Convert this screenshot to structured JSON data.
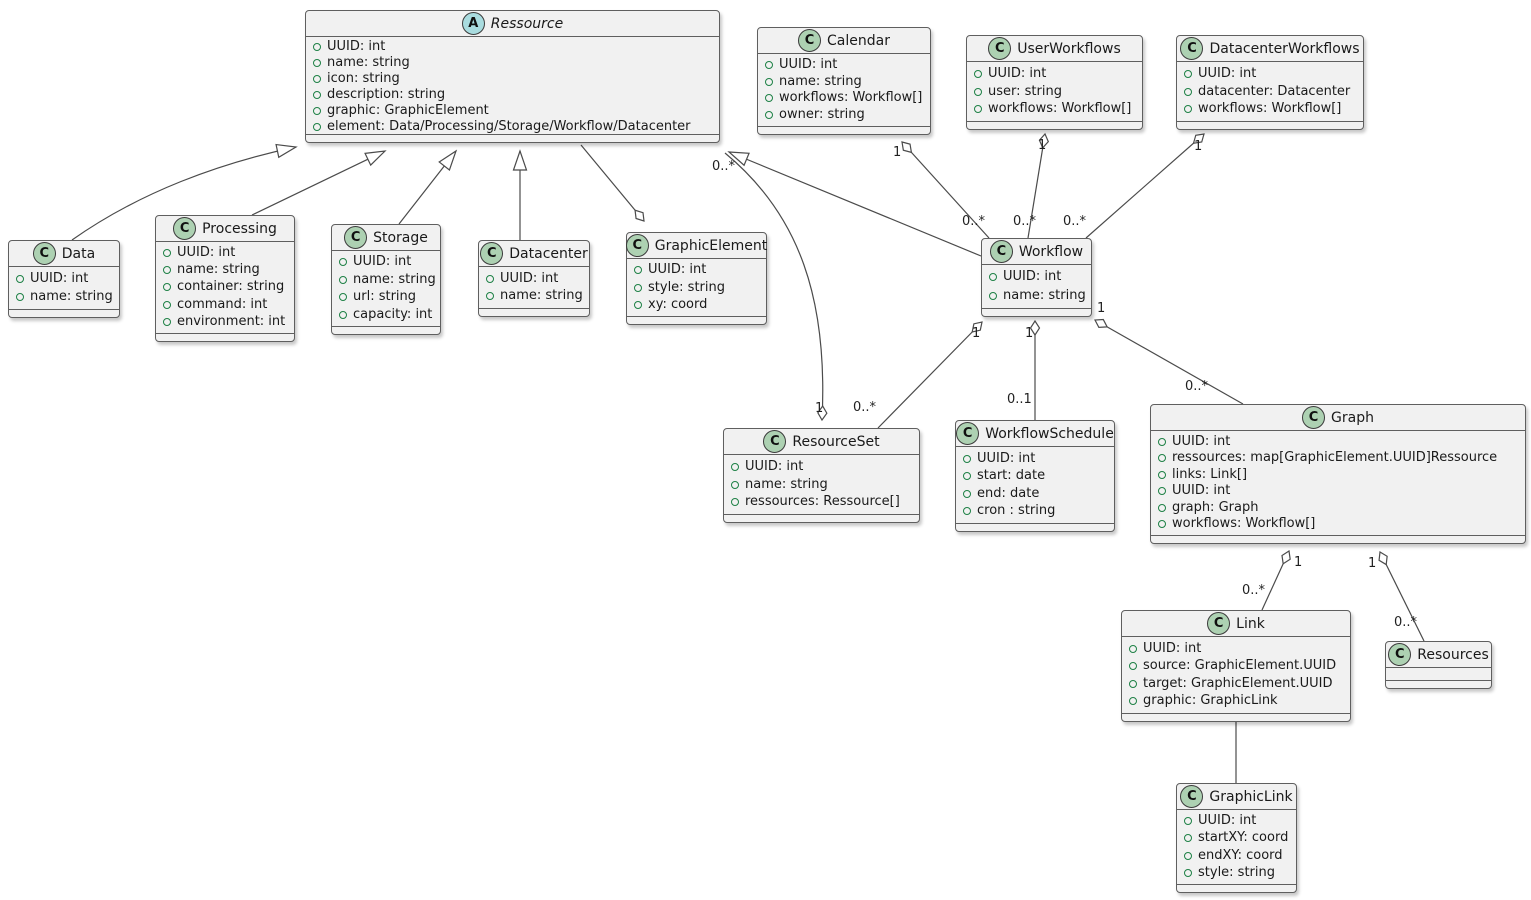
{
  "diagram_title": "UML class diagram",
  "colors": {
    "box_bg": "#F1F1F1",
    "box_border": "#5f5f5f",
    "class_icon_bg": "#ADD1B2",
    "abstract_icon_bg": "#A9DCDF",
    "field_bullet": "#1d8045",
    "line": "#4b4b4b"
  },
  "classes": [
    {
      "id": "ressource",
      "kind": "abstract",
      "icon": "A",
      "name": "Ressource",
      "attrs": [
        "UUID: int",
        "name: string",
        "icon: string",
        "description: string",
        "graphic: GraphicElement",
        "element: Data/Processing/Storage/Workflow/Datacenter"
      ]
    },
    {
      "id": "calendar",
      "kind": "class",
      "icon": "C",
      "name": "Calendar",
      "attrs": [
        "UUID: int",
        "name: string",
        "workflows: Workflow[]",
        "owner: string"
      ]
    },
    {
      "id": "userworkflows",
      "kind": "class",
      "icon": "C",
      "name": "UserWorkflows",
      "attrs": [
        "UUID: int",
        "user: string",
        "workflows: Workflow[]"
      ]
    },
    {
      "id": "datacenterworkflows",
      "kind": "class",
      "icon": "C",
      "name": "DatacenterWorkflows",
      "attrs": [
        "UUID: int",
        "datacenter: Datacenter",
        "workflows: Workflow[]"
      ]
    },
    {
      "id": "data",
      "kind": "class",
      "icon": "C",
      "name": "Data",
      "attrs": [
        "UUID: int",
        "name: string"
      ]
    },
    {
      "id": "processing",
      "kind": "class",
      "icon": "C",
      "name": "Processing",
      "attrs": [
        "UUID: int",
        "name: string",
        "container: string",
        "command: int",
        "environment: int"
      ]
    },
    {
      "id": "storage",
      "kind": "class",
      "icon": "C",
      "name": "Storage",
      "attrs": [
        "UUID: int",
        "name: string",
        "url: string",
        "capacity: int"
      ]
    },
    {
      "id": "datacenter",
      "kind": "class",
      "icon": "C",
      "name": "Datacenter",
      "attrs": [
        "UUID: int",
        "name: string"
      ]
    },
    {
      "id": "graphicelement",
      "kind": "class",
      "icon": "C",
      "name": "GraphicElement",
      "attrs": [
        "UUID: int",
        "style: string",
        "xy: coord"
      ]
    },
    {
      "id": "workflow",
      "kind": "class",
      "icon": "C",
      "name": "Workflow",
      "attrs": [
        "UUID: int",
        "name: string"
      ]
    },
    {
      "id": "resourceset",
      "kind": "class",
      "icon": "C",
      "name": "ResourceSet",
      "attrs": [
        "UUID: int",
        "name: string",
        "ressources: Ressource[]"
      ]
    },
    {
      "id": "workflowschedule",
      "kind": "class",
      "icon": "C",
      "name": "WorkflowSchedule",
      "attrs": [
        "UUID: int",
        "start: date",
        "end: date",
        "cron : string"
      ]
    },
    {
      "id": "graph",
      "kind": "class",
      "icon": "C",
      "name": "Graph",
      "attrs": [
        "UUID: int",
        "ressources: map[GraphicElement.UUID]Ressource",
        "links: Link[]",
        "UUID: int",
        "graph: Graph",
        "workflows: Workflow[]"
      ]
    },
    {
      "id": "link",
      "kind": "class",
      "icon": "C",
      "name": "Link",
      "attrs": [
        "UUID: int",
        "source: GraphicElement.UUID",
        "target: GraphicElement.UUID",
        "graphic: GraphicLink"
      ]
    },
    {
      "id": "resources",
      "kind": "class",
      "icon": "C",
      "name": "Resources",
      "attrs": []
    },
    {
      "id": "graphiclink",
      "kind": "class",
      "icon": "C",
      "name": "GraphicLink",
      "attrs": [
        "UUID: int",
        "startXY: coord",
        "endXY: coord",
        "style: string"
      ]
    }
  ],
  "edge_labels": [
    {
      "text": "1"
    },
    {
      "text": "0..*"
    },
    {
      "text": "1"
    },
    {
      "text": "0..*"
    },
    {
      "text": "1"
    },
    {
      "text": "0..*"
    },
    {
      "text": "0..*"
    },
    {
      "text": "1"
    },
    {
      "text": "0..*"
    },
    {
      "text": "1"
    },
    {
      "text": "1"
    },
    {
      "text": "0..1"
    },
    {
      "text": "1"
    },
    {
      "text": "0..*"
    },
    {
      "text": "1"
    },
    {
      "text": "0..*"
    },
    {
      "text": "1"
    },
    {
      "text": "0..*"
    }
  ]
}
